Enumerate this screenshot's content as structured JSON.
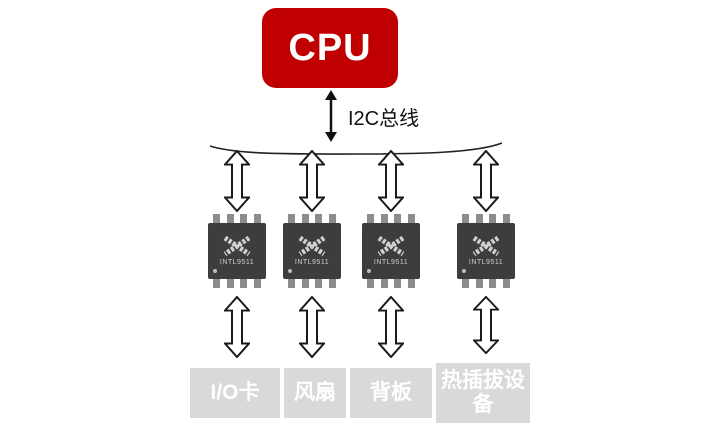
{
  "diagram": {
    "cpu": {
      "label": "CPU"
    },
    "bus": {
      "label": "I2C总线"
    },
    "chips": [
      {
        "label": "INTL9511"
      },
      {
        "label": "INTL9511"
      },
      {
        "label": "INTL9511"
      },
      {
        "label": "INTL9511"
      }
    ],
    "devices": [
      {
        "label": "I/O卡"
      },
      {
        "label": "风扇"
      },
      {
        "label": "背板"
      },
      {
        "label": "热插拔设备"
      }
    ],
    "colors": {
      "cpu_bg": "#c00000",
      "cpu_text": "#ffffff",
      "chip_body": "#3d3d3d",
      "chip_pin": "#8c8c8c",
      "chip_text": "#cfcfcf",
      "device_bg": "#d9d9d9",
      "device_text": "#ffffff",
      "arrow_outline": "#1a1a1a"
    }
  }
}
